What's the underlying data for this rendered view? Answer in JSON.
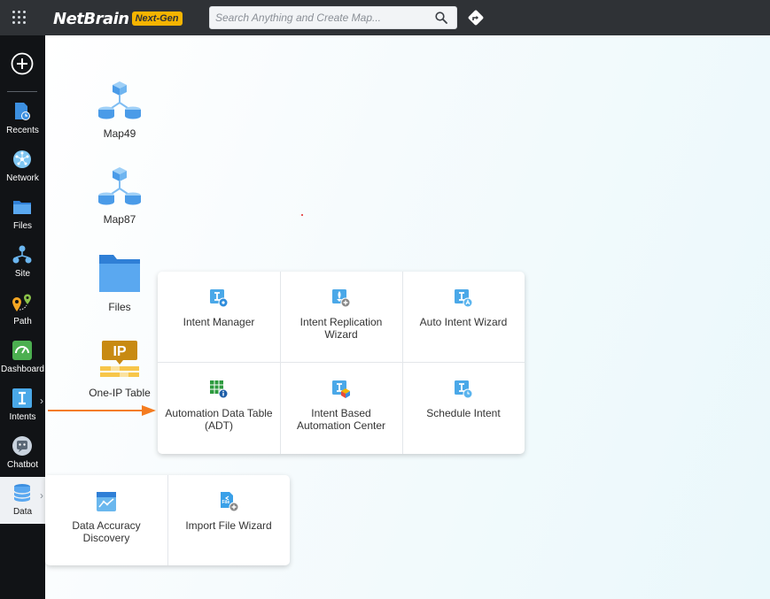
{
  "topbar": {
    "logo_text": "NetBrain",
    "logo_badge": "Next-Gen",
    "search_placeholder": "Search Anything and Create Map..."
  },
  "sidebar": {
    "items": [
      {
        "label": "Recents",
        "icon": "recents-icon"
      },
      {
        "label": "Network",
        "icon": "network-icon"
      },
      {
        "label": "Files",
        "icon": "folder-icon"
      },
      {
        "label": "Site",
        "icon": "site-icon"
      },
      {
        "label": "Path",
        "icon": "path-icon"
      },
      {
        "label": "Dashboard",
        "icon": "dashboard-icon"
      },
      {
        "label": "Intents",
        "icon": "intent-icon"
      },
      {
        "label": "Chatbot",
        "icon": "chatbot-icon"
      },
      {
        "label": "Data",
        "icon": "database-icon"
      }
    ]
  },
  "desktop": {
    "items": [
      {
        "label": "Map49",
        "icon": "map-icon"
      },
      {
        "label": "Map87",
        "icon": "map-icon"
      },
      {
        "label": "Files",
        "icon": "folder-icon"
      },
      {
        "label": "One-IP Table",
        "icon": "ip-table-icon"
      }
    ]
  },
  "intents_menu": {
    "tiles": [
      {
        "label": "Intent Manager",
        "icon": "intent-manager-icon"
      },
      {
        "label": "Intent Replication Wizard",
        "icon": "intent-replication-icon"
      },
      {
        "label": "Auto Intent Wizard",
        "icon": "auto-intent-icon"
      },
      {
        "label": "Automation Data Table (ADT)",
        "icon": "adt-icon"
      },
      {
        "label": "Intent Based Automation Center",
        "icon": "ibac-icon"
      },
      {
        "label": "Schedule Intent",
        "icon": "schedule-intent-icon"
      }
    ]
  },
  "data_menu": {
    "tiles": [
      {
        "label": "Data Accuracy Discovery",
        "icon": "data-accuracy-icon"
      },
      {
        "label": "Import File Wizard",
        "icon": "import-file-icon"
      }
    ]
  },
  "colors": {
    "topbar": "#2f3236",
    "sidebar": "#111316",
    "accent_blue": "#4a9be8",
    "arrow_orange": "#f47c20",
    "badge_yellow": "#f5b400"
  }
}
